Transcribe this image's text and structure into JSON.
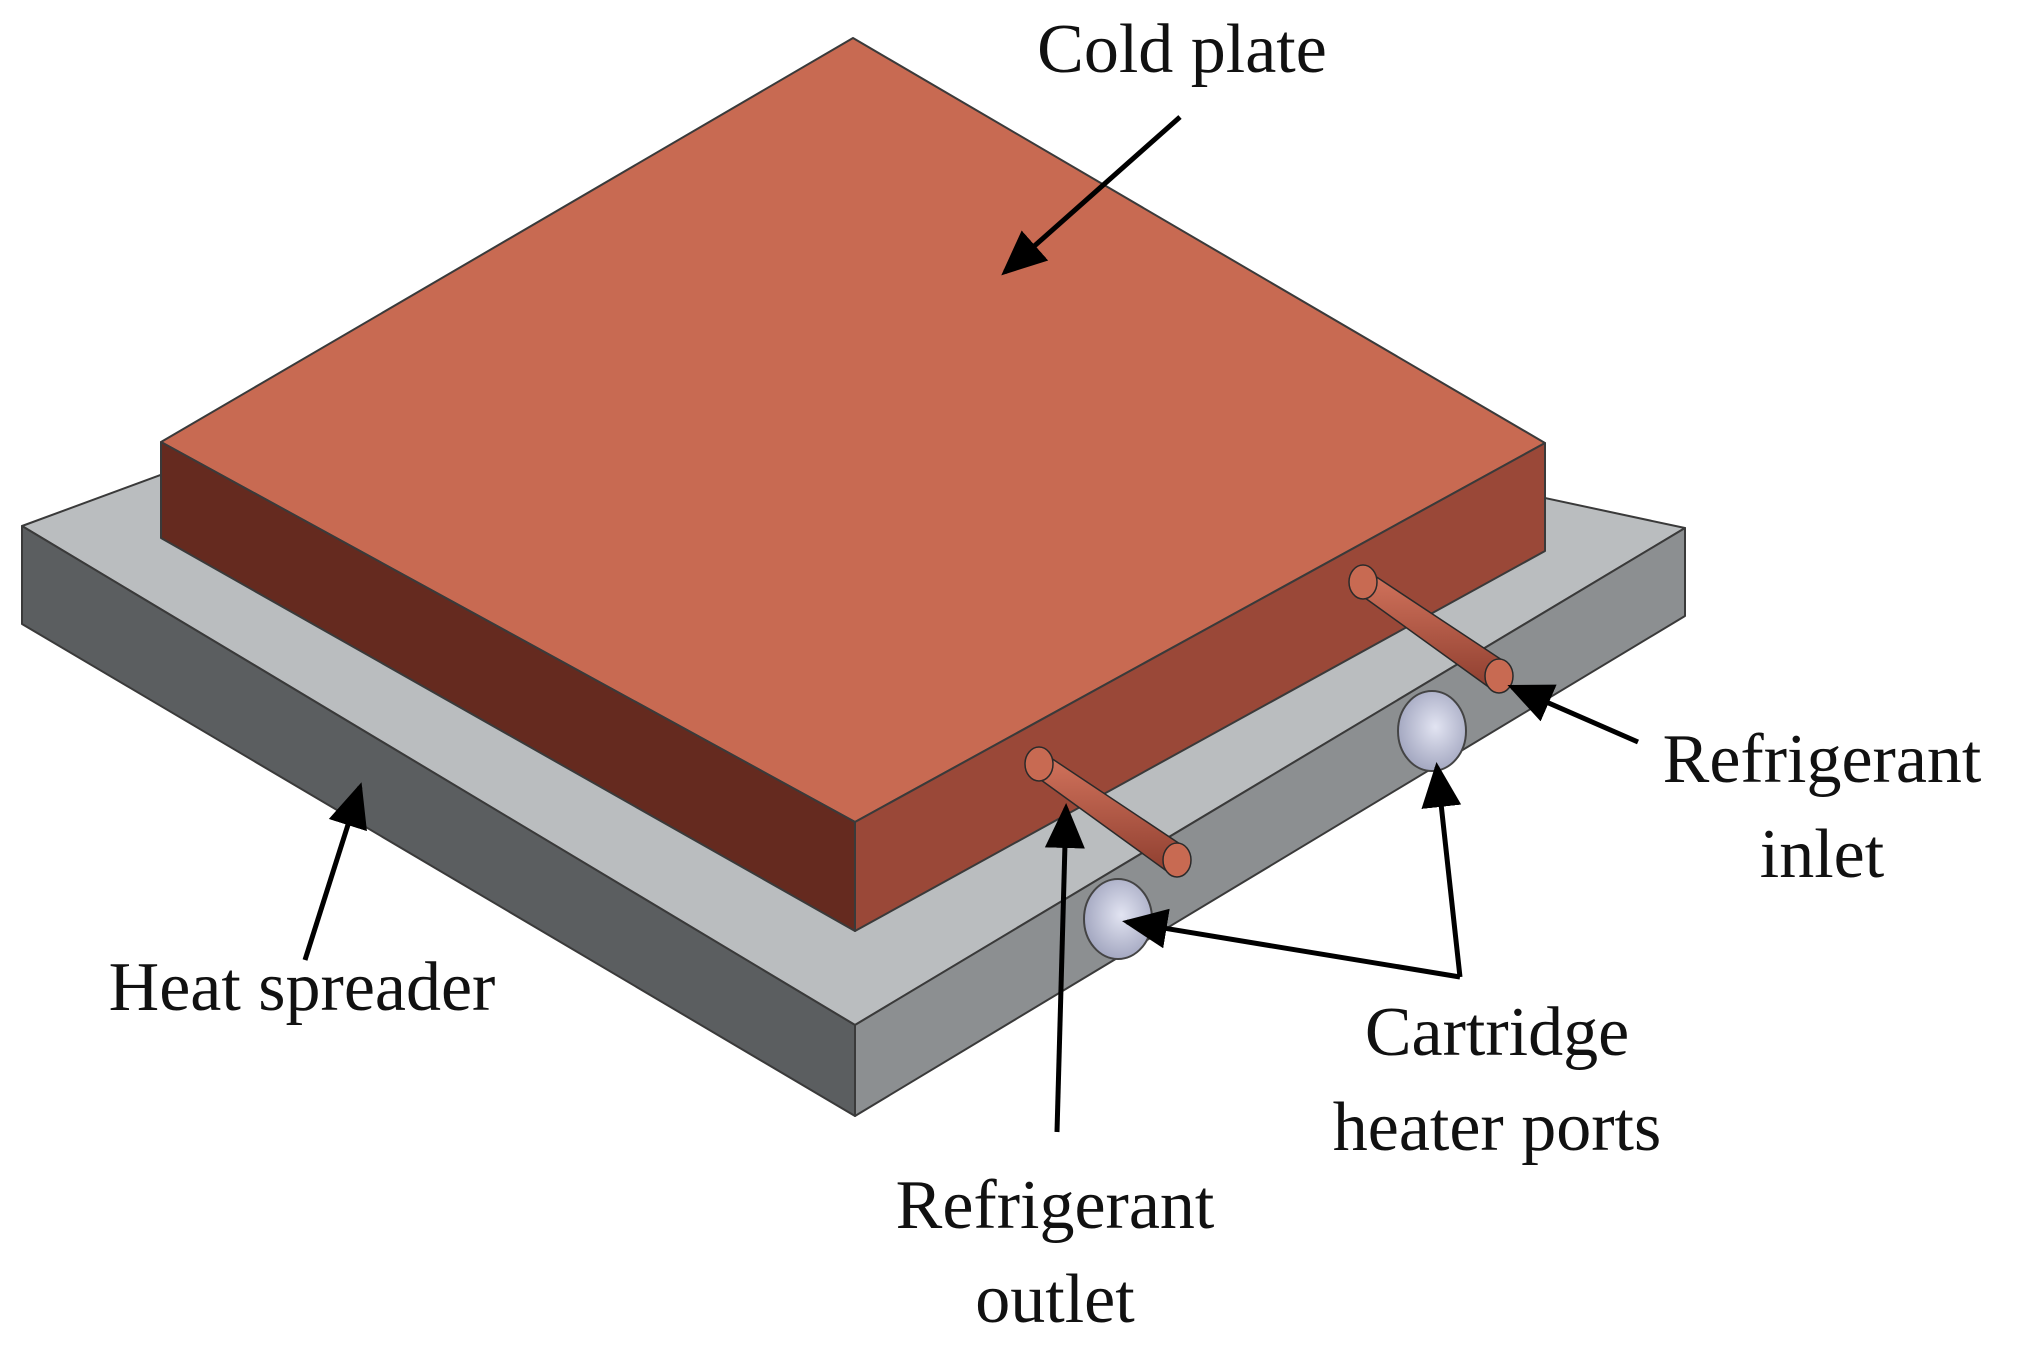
{
  "labels": {
    "cold_plate": "Cold plate",
    "heat_spreader": "Heat spreader",
    "refrigerant_inlet_line1": "Refrigerant",
    "refrigerant_inlet_line2": "inlet",
    "refrigerant_outlet_line1": "Refrigerant",
    "refrigerant_outlet_line2": "outlet",
    "cartridge_line1": "Cartridge",
    "cartridge_line2": "heater ports"
  },
  "colors": {
    "cold_plate_top": "#c86a52",
    "cold_plate_right_face": "#9a4838",
    "cold_plate_left_face": "#652a1f",
    "spreader_top": "#babdbf",
    "spreader_right_face": "#8c8f91",
    "spreader_left_face": "#5b5e60",
    "pipe": "#b95a45",
    "port": "#c2c5dc",
    "arrow": "#000000"
  }
}
